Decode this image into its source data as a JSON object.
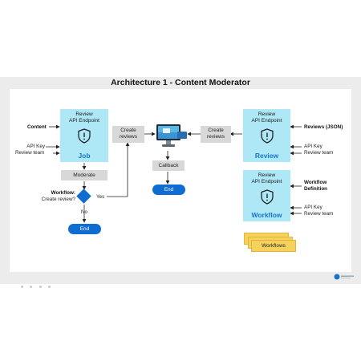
{
  "title": "Architecture 1 - Content Moderator",
  "api": {
    "header": "Review\nAPI Endpoint",
    "job_name": "Job",
    "review_name": "Review",
    "workflow_name": "Workflow"
  },
  "left": {
    "content": "Content",
    "api_key": "API Key",
    "review_team": "Review team",
    "moderate": "Moderate",
    "decision_title": "Workflow:",
    "decision_sub": "Create review?",
    "yes": "Yes",
    "no": "No",
    "end": "End"
  },
  "center": {
    "create_reviews_left": "Create\nreviews",
    "create_reviews_right": "Create\nreviews",
    "callback": "Callback",
    "end": "End"
  },
  "right": {
    "reviews_json": "Reviews (JSON)",
    "api_key_1": "API Key",
    "review_team_1": "Review team",
    "workflow_def": "Workflow\nDefinition",
    "api_key_2": "API Key",
    "review_team_2": "Review team",
    "workflows": "Workflows"
  },
  "colors": {
    "api_fill": "#aee8f7",
    "accent_blue": "#1677cc",
    "end_pill": "#0f6cd1",
    "workflow_card": "#f5d25c"
  }
}
